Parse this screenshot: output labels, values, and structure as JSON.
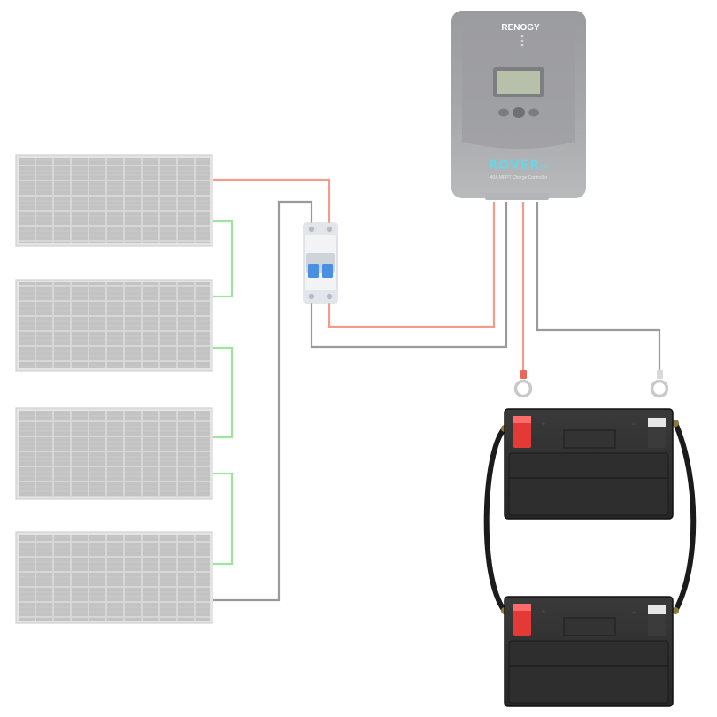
{
  "controller": {
    "brand": "RENOGY",
    "model": "ROVER",
    "model_suffix": "40",
    "subtitle": "40A MPPT Charge Controller"
  },
  "panels": {
    "count": 4,
    "cell_columns": 11,
    "cell_rows": 6
  },
  "batteries": {
    "count": 2
  },
  "colors": {
    "positive_wire": "#f19b8a",
    "negative_wire": "#9a9a9a",
    "series_link": "#9fe39f",
    "panel_cell": "#c9c9c9",
    "panel_frame": "#e2e2e2",
    "battery_body": "#2b2b2b",
    "positive_terminal": "#e53935",
    "controller_body": "#a9aaad",
    "brand_accent": "#6dd4e3"
  },
  "icons": [
    "solar-panel-icon",
    "circuit-breaker-icon",
    "charge-controller-icon",
    "battery-icon",
    "ring-terminal-icon"
  ]
}
